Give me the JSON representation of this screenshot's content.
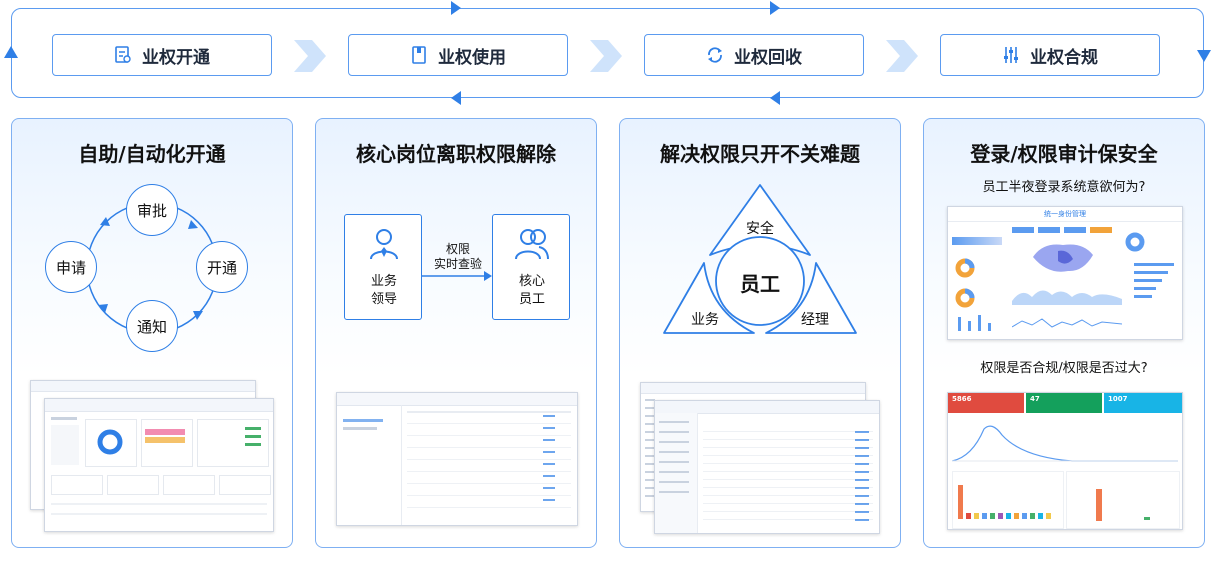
{
  "lifecycle": {
    "stages": [
      {
        "label": "业权开通",
        "icon": "document-icon"
      },
      {
        "label": "业权使用",
        "icon": "book-icon"
      },
      {
        "label": "业权回收",
        "icon": "recycle-icon"
      },
      {
        "label": "业权合规",
        "icon": "sliders-icon"
      }
    ]
  },
  "panel1": {
    "title": "自助/自动化开通",
    "cycle": {
      "top": "审批",
      "right": "开通",
      "bottom": "通知",
      "left": "申请"
    }
  },
  "panel2": {
    "title": "核心岗位离职权限解除",
    "left_card": "业务\n领导",
    "right_card": "核心\n员工",
    "arrow_label": "权限\n实时查验"
  },
  "panel3": {
    "title": "解决权限只开不关难题",
    "center": "员工",
    "top": "安全",
    "bottom_left": "业务",
    "bottom_right": "经理"
  },
  "panel4": {
    "title": "登录/权限审计保安全",
    "question1": "员工半夜登录系统意欲何为?",
    "question2": "权限是否合规/权限是否过大?",
    "dashboard_title": "统一身份管理",
    "stats": [
      {
        "value": "5866",
        "color": "#e04b3f"
      },
      {
        "value": "47",
        "color": "#14a05c"
      },
      {
        "value": "1007",
        "color": "#18b4e6"
      }
    ]
  },
  "colors": {
    "accent": "#2f7fe6",
    "border": "#5b9bf0"
  }
}
